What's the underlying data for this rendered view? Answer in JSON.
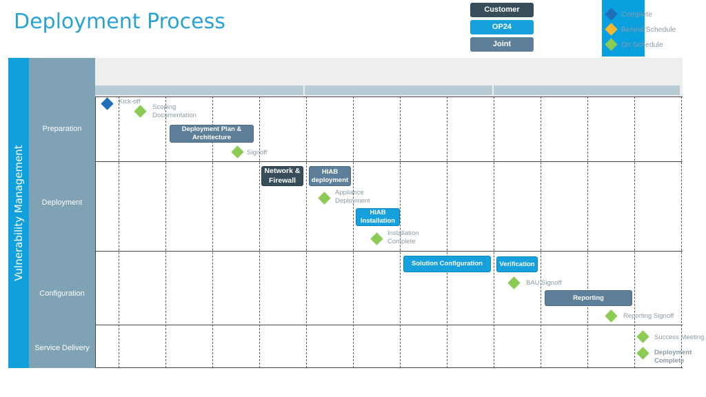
{
  "title": "Deployment Process",
  "legend": {
    "parties": [
      {
        "label": "Customer",
        "color": "#374d5a"
      },
      {
        "label": "OP24",
        "color": "#16a0dc"
      },
      {
        "label": "Joint",
        "color": "#5e7f9a"
      }
    ],
    "statuses": [
      {
        "label": "Complete",
        "color": "#1f6eb8"
      },
      {
        "label": "Behind Schedule",
        "color": "#f5b82e"
      },
      {
        "label": "On Schedule",
        "color": "#8ccc55"
      }
    ]
  },
  "sidebar": {
    "program": "Vulnerability Management",
    "phases": [
      "Preparation",
      "Deployment",
      "Configuration",
      "Service Delivery"
    ]
  },
  "tasks": {
    "deployment_plan": "Deployment Plan & Architecture",
    "network_firewall": "Network & Firewall",
    "hiab_deployment": "HIAB deployment",
    "hiab_installation": "HIAB Installation",
    "solution_configuration": "Solution Configuration",
    "verification": "Verification",
    "reporting": "Reporting"
  },
  "milestones": {
    "kickoff": "Kick-off",
    "scoping": "Scoping Documentation",
    "signoff": "Signoff",
    "appliance": "Appliance Deployment",
    "installation": "Installation Complete",
    "bau": "BAU Signoff",
    "reporting_signoff": "Reporting Signoff",
    "success_meeting": "Success Meeting",
    "deployment_complete": "Deployment Complete"
  }
}
